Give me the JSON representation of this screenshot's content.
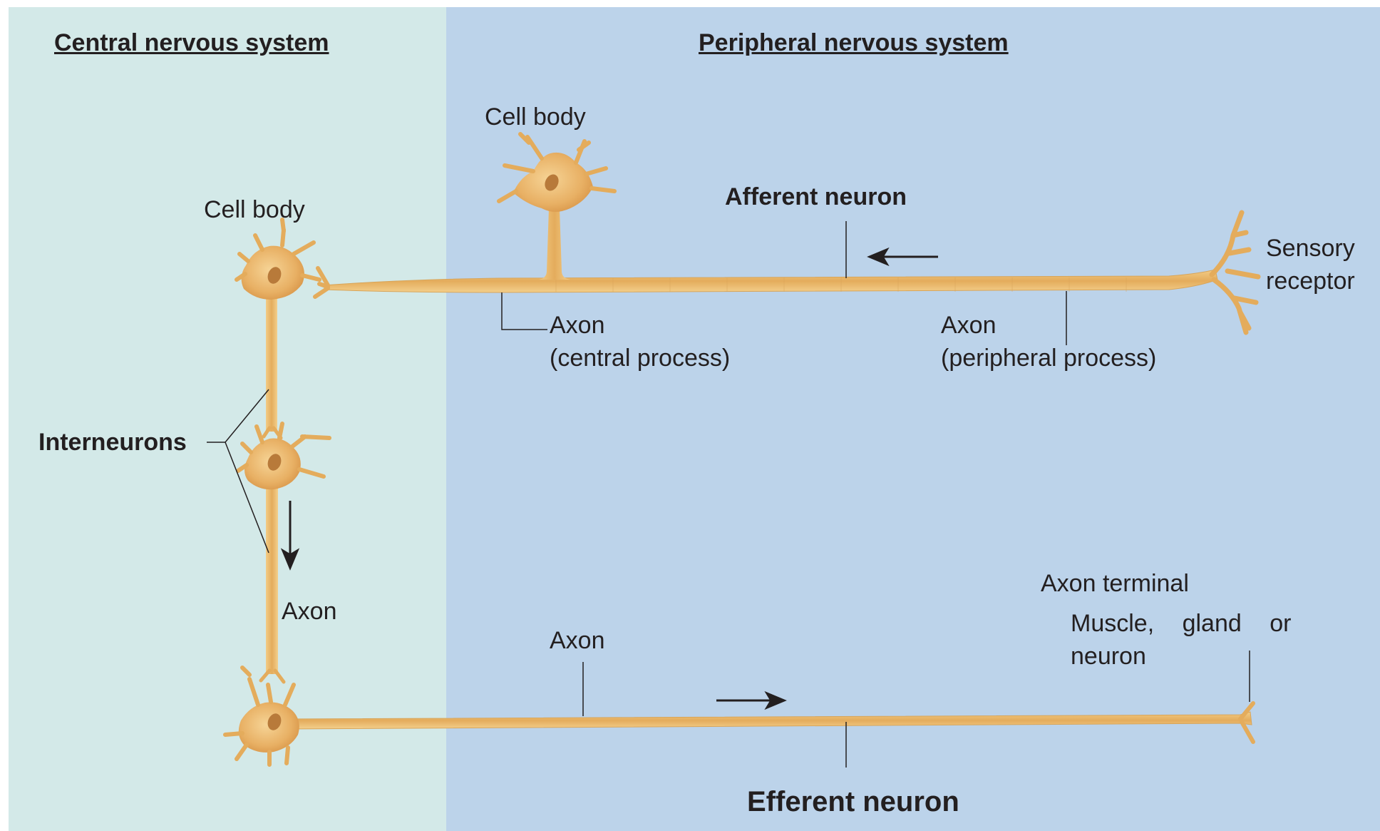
{
  "colors": {
    "cns_background": "#d3e9e8",
    "pns_background": "#bcd3ea",
    "neuron_fill": "#eab768",
    "neuron_edge": "#d59a48",
    "line": "#231f20"
  },
  "headers": {
    "cns": "Central nervous system",
    "pns": "Peripheral nervous system"
  },
  "afferent": {
    "title": "Afferent neuron",
    "cell_body": "Cell body",
    "sensory_receptor_line1": "Sensory",
    "sensory_receptor_line2": "receptor",
    "central_axon_line1": "Axon",
    "central_axon_line2": "(central process)",
    "peripheral_axon_line1": "Axon",
    "peripheral_axon_line2": "(peripheral process)",
    "signal_direction": "right-to-left"
  },
  "interneurons": {
    "title": "Interneurons",
    "cell_body": "Cell body",
    "axon": "Axon",
    "signal_direction": "downward"
  },
  "efferent": {
    "title": "Efferent neuron",
    "axon": "Axon",
    "axon_terminal": "Axon terminal",
    "target_line1": "Muscle, gland or",
    "target_line2": "neuron",
    "signal_direction": "left-to-right"
  }
}
